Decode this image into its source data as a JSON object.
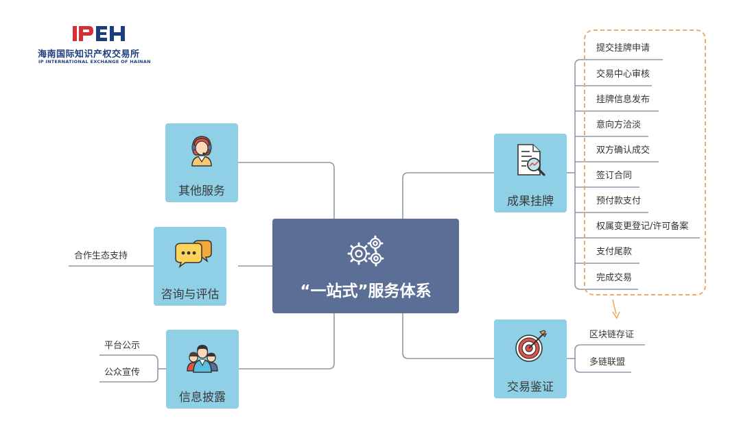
{
  "logo": {
    "mark": "IPEH",
    "name_cn": "海南国际知识产权交易所",
    "name_en": "IP INTERNATIONAL EXCHANGE OF HAINAN"
  },
  "center": {
    "title": "“一站式”服务体系",
    "icon": "gears-icon"
  },
  "nodes": {
    "other": {
      "label": "其他服务",
      "icon": "headset-agent-icon"
    },
    "consult": {
      "label": "咨询与评估",
      "icon": "chat-bubbles-icon"
    },
    "disclose": {
      "label": "信息披露",
      "icon": "people-group-icon"
    },
    "listing": {
      "label": "成果挂牌",
      "icon": "document-magnifier-icon"
    },
    "verify": {
      "label": "交易鉴证",
      "icon": "target-icon"
    }
  },
  "leaves": {
    "consult": [
      "合作生态支持"
    ],
    "disclose": [
      "平台公示",
      "公众宣传"
    ],
    "verify": [
      "区块链存证",
      "多链联盟"
    ],
    "listing": [
      "提交挂牌申请",
      "交易中心审核",
      "挂牌信息发布",
      "意向方洽淡",
      "双方确认成交",
      "签订合同",
      "预付款支付",
      "权属变更登记/许可备案",
      "支付尾款",
      "完成交易"
    ]
  },
  "colors": {
    "center_bg": "#5b6e96",
    "node_bg": "#8fd0e6",
    "connector": "#8e98ab",
    "dashed_highlight": "#f0a766",
    "logo_red": "#d62e33",
    "logo_blue": "#1d3d7c"
  }
}
